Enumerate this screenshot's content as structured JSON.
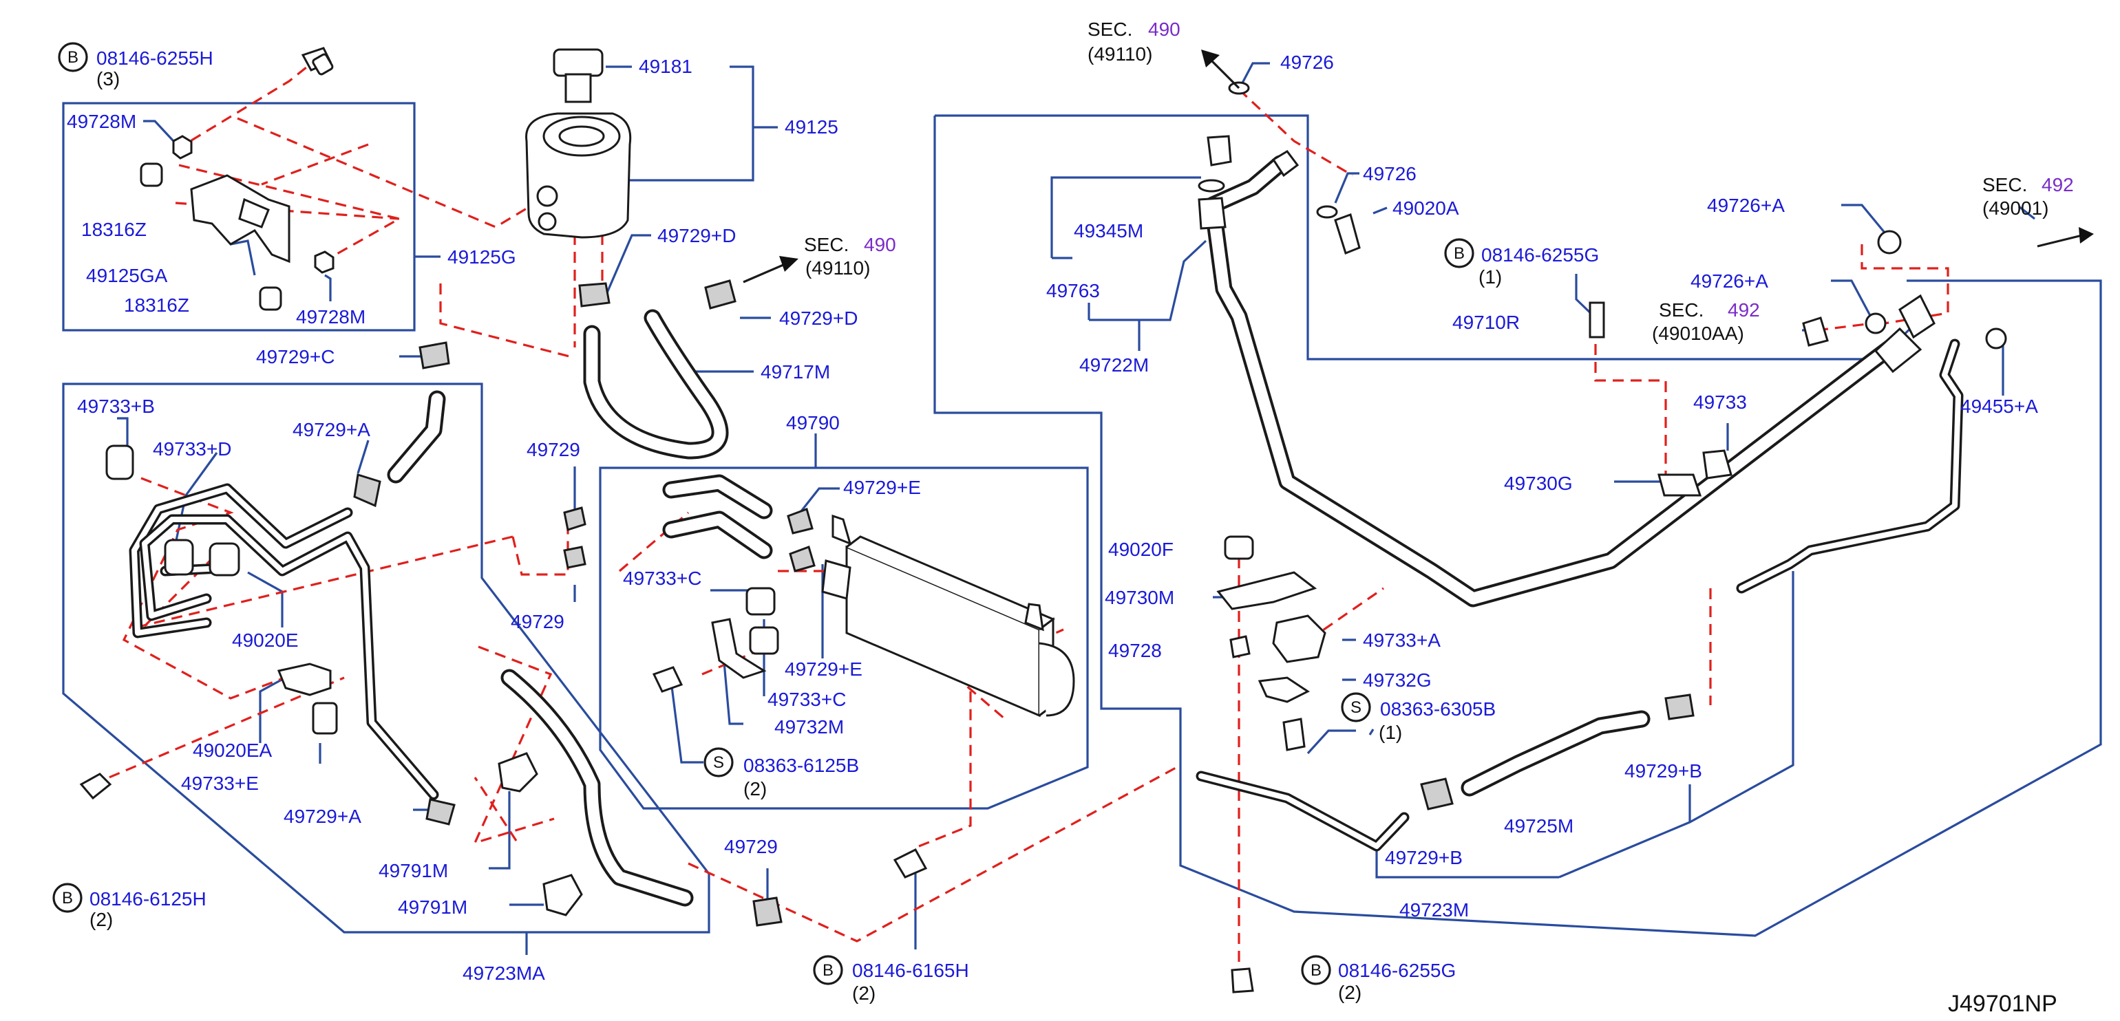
{
  "diagram_ref": "J49701NP",
  "sec_word": "SEC.",
  "labels": {
    "p49181": "49181",
    "p49125": "49125",
    "p08146_6255H": "08146-6255H",
    "qty_3": "(3)",
    "p49728M_a": "49728M",
    "p18316Z_a": "18316Z",
    "p49125GA": "49125GA",
    "p18316Z_b": "18316Z",
    "p49728M_b": "49728M",
    "p49125G": "49125G",
    "p49729D_a": "49729+D",
    "p49729D_b": "49729+D",
    "sec490_a_num": "490",
    "sec490_a_sub": "(49110)",
    "p49729C": "49729+C",
    "p49717M": "49717M",
    "p49733B": "49733+B",
    "p49733D": "49733+D",
    "p49729A_a": "49729+A",
    "p49020E": "49020E",
    "p49020EA": "49020EA",
    "p49733E": "49733+E",
    "p49729A_b": "49729+A",
    "p08146_6125H": "08146-6125H",
    "qty_2a": "(2)",
    "p49791M_a": "49791M",
    "p49791M_b": "49791M",
    "p49723MA": "49723MA",
    "p49729_a": "49729",
    "p49729_b": "49729",
    "p49729_c": "49729",
    "p49790": "49790",
    "p49729E_a": "49729+E",
    "p49733C_a": "49733+C",
    "p49729E_b": "49729+E",
    "p49733C_b": "49733+C",
    "p49732M": "49732M",
    "p08363_6125B": "08363-6125B",
    "qty_2b": "(2)",
    "p08146_6165H": "08146-6165H",
    "qty_2c": "(2)",
    "sec490_b_num": "490",
    "sec490_b_sub": "(49110)",
    "p49726_a": "49726",
    "p49726_b": "49726",
    "p49020A": "49020A",
    "p49345M": "49345M",
    "p49763": "49763",
    "p49722M": "49722M",
    "p08146_6255G_a": "08146-6255G",
    "qty_1a": "(1)",
    "p49710R": "49710R",
    "sec492_a_num": "492",
    "sec492_a_sub": "(49010AA)",
    "p49726A_a": "49726+A",
    "p49726A_b": "49726+A",
    "sec492_b_num": "492",
    "sec492_b_sub": "(49001)",
    "p49455A": "49455+A",
    "p49733": "49733",
    "p49730G": "49730G",
    "p49020F": "49020F",
    "p49730M": "49730M",
    "p49728": "49728",
    "p49733A": "49733+A",
    "p49732G": "49732G",
    "p08363_6305B": "08363-6305B",
    "qty_1b": "(1)",
    "p49729B_a": "49729+B",
    "p49725M": "49725M",
    "p49729B_b": "49729+B",
    "p49723M": "49723M",
    "p08146_6255G_b": "08146-6255G",
    "qty_2d": "(2)"
  },
  "callout_letters": {
    "bolt": "B",
    "screw": "S"
  },
  "colors": {
    "label_blue": "#1a1ad8",
    "leader_blue": "#2a4c9e",
    "dashed_red": "#e0201c",
    "sec_purple": "#7a2cc8",
    "line_black": "#1a1a1a"
  }
}
